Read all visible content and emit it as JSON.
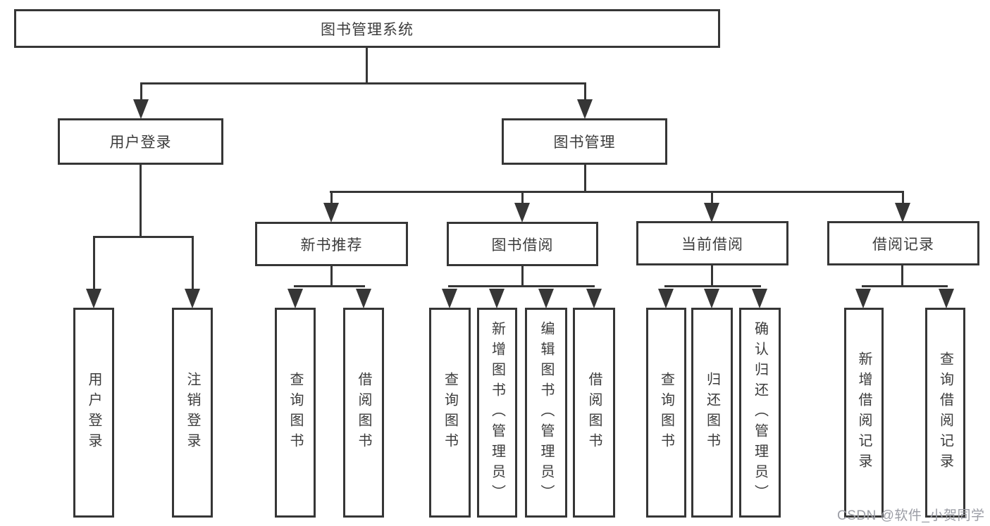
{
  "tree": {
    "label": "图书管理系统",
    "children": [
      {
        "label": "用户登录",
        "children": [
          {
            "label": "用户登录"
          },
          {
            "label": "注销登录"
          }
        ]
      },
      {
        "label": "图书管理",
        "children": [
          {
            "label": "新书推荐",
            "children": [
              {
                "label": "查询图书"
              },
              {
                "label": "借阅图书"
              }
            ]
          },
          {
            "label": "图书借阅",
            "children": [
              {
                "label": "查询图书"
              },
              {
                "label": "新增图书（管理员）"
              },
              {
                "label": "编辑图书（管理员）"
              },
              {
                "label": "借阅图书"
              }
            ]
          },
          {
            "label": "当前借阅",
            "children": [
              {
                "label": "查询图书"
              },
              {
                "label": "归还图书"
              },
              {
                "label": "确认归还（管理员）"
              }
            ]
          },
          {
            "label": "借阅记录",
            "children": [
              {
                "label": "新增借阅记录"
              },
              {
                "label": "查询借阅记录"
              }
            ]
          }
        ]
      }
    ]
  },
  "watermark": {
    "text": "CSDN @软件_小贺同学"
  },
  "colors": {
    "line": "#363636",
    "text": "#3c3c3c",
    "bg": "#ffffff",
    "watermark": "#9b9da5"
  }
}
